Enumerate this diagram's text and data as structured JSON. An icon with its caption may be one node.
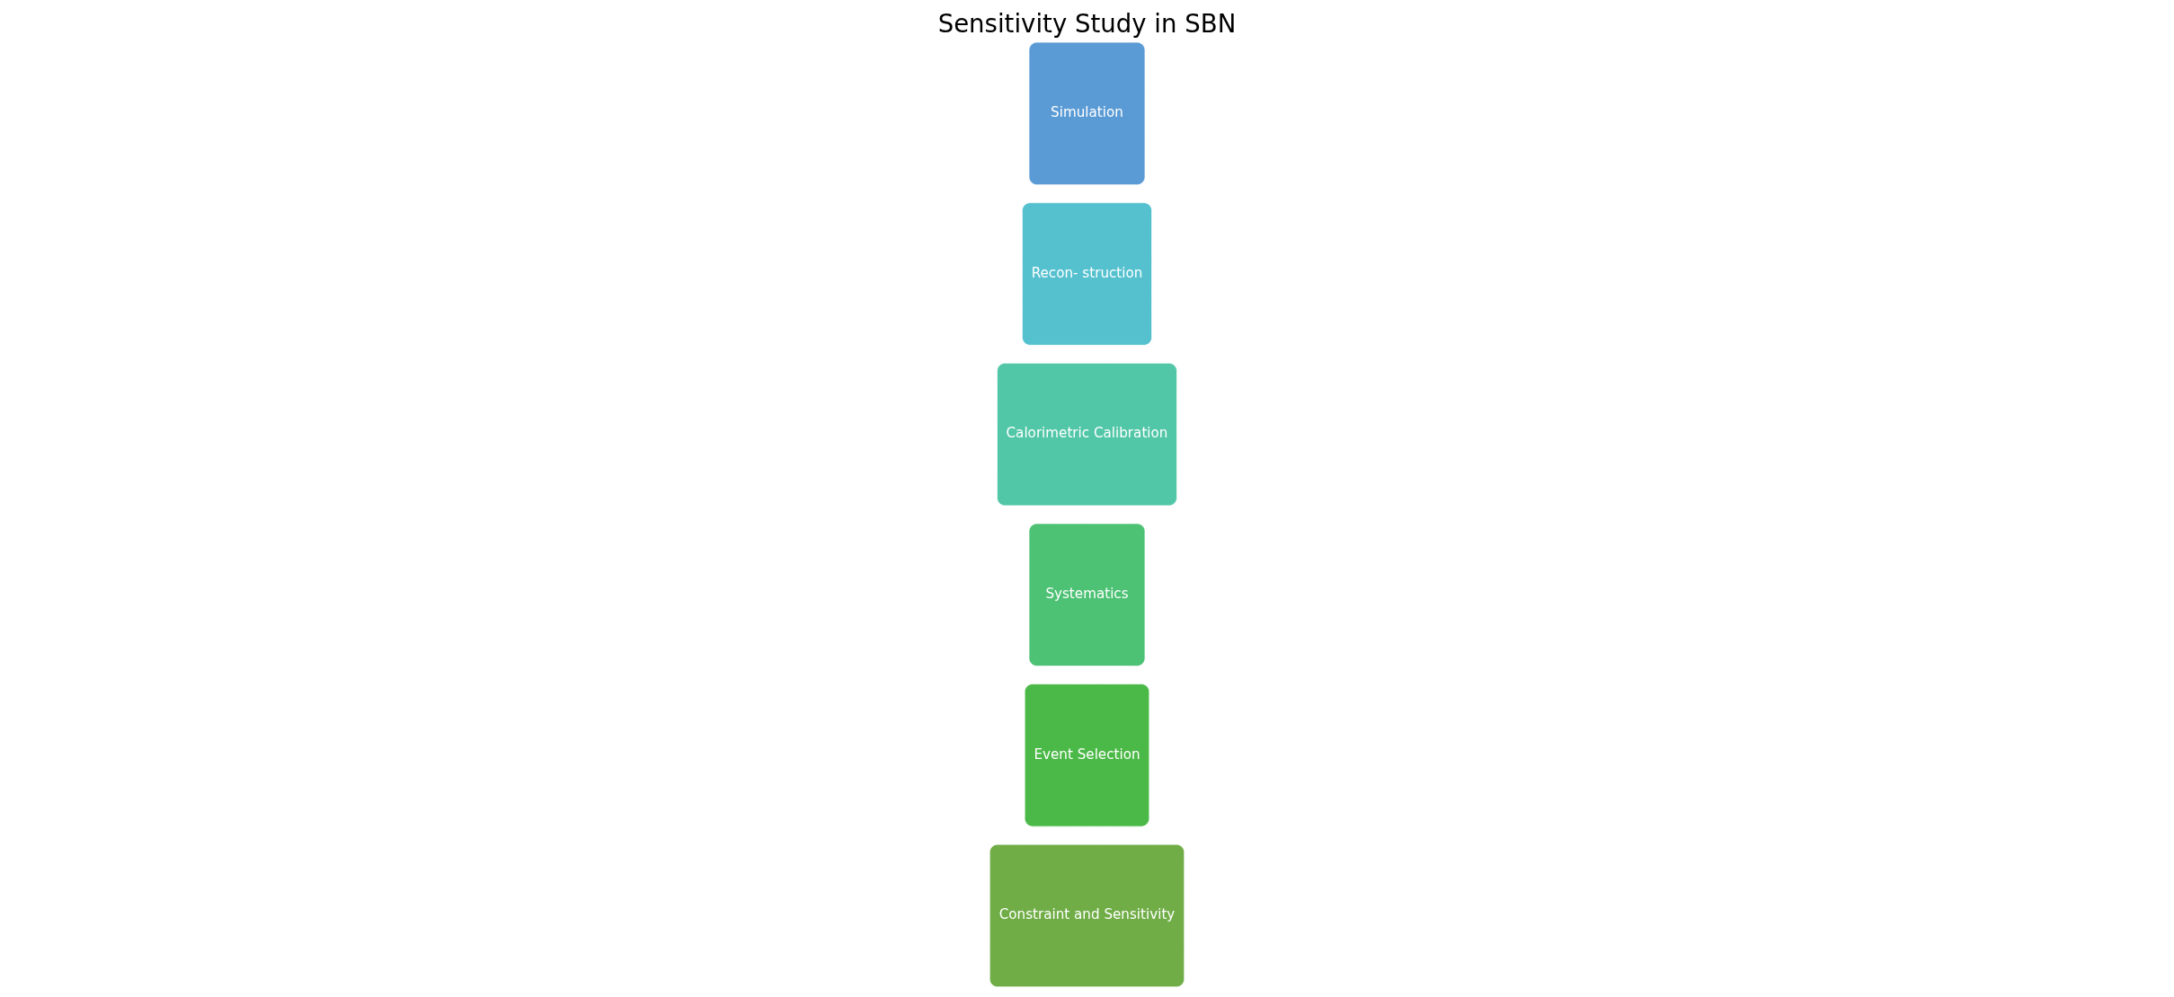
{
  "diagram": {
    "title": "Sensitivity Study in SBN",
    "nodes": [
      {
        "text": [
          "Simulation"
        ]
      },
      {
        "text": [
          "Recon- struction"
        ]
      },
      {
        "text": [
          "Calorimetric Calibration"
        ]
      },
      {
        "text": [
          "Systematics"
        ]
      },
      {
        "text": [
          "Event Selection"
        ]
      },
      {
        "text": [
          "Constraint and Sensitivity"
        ]
      }
    ]
  }
}
